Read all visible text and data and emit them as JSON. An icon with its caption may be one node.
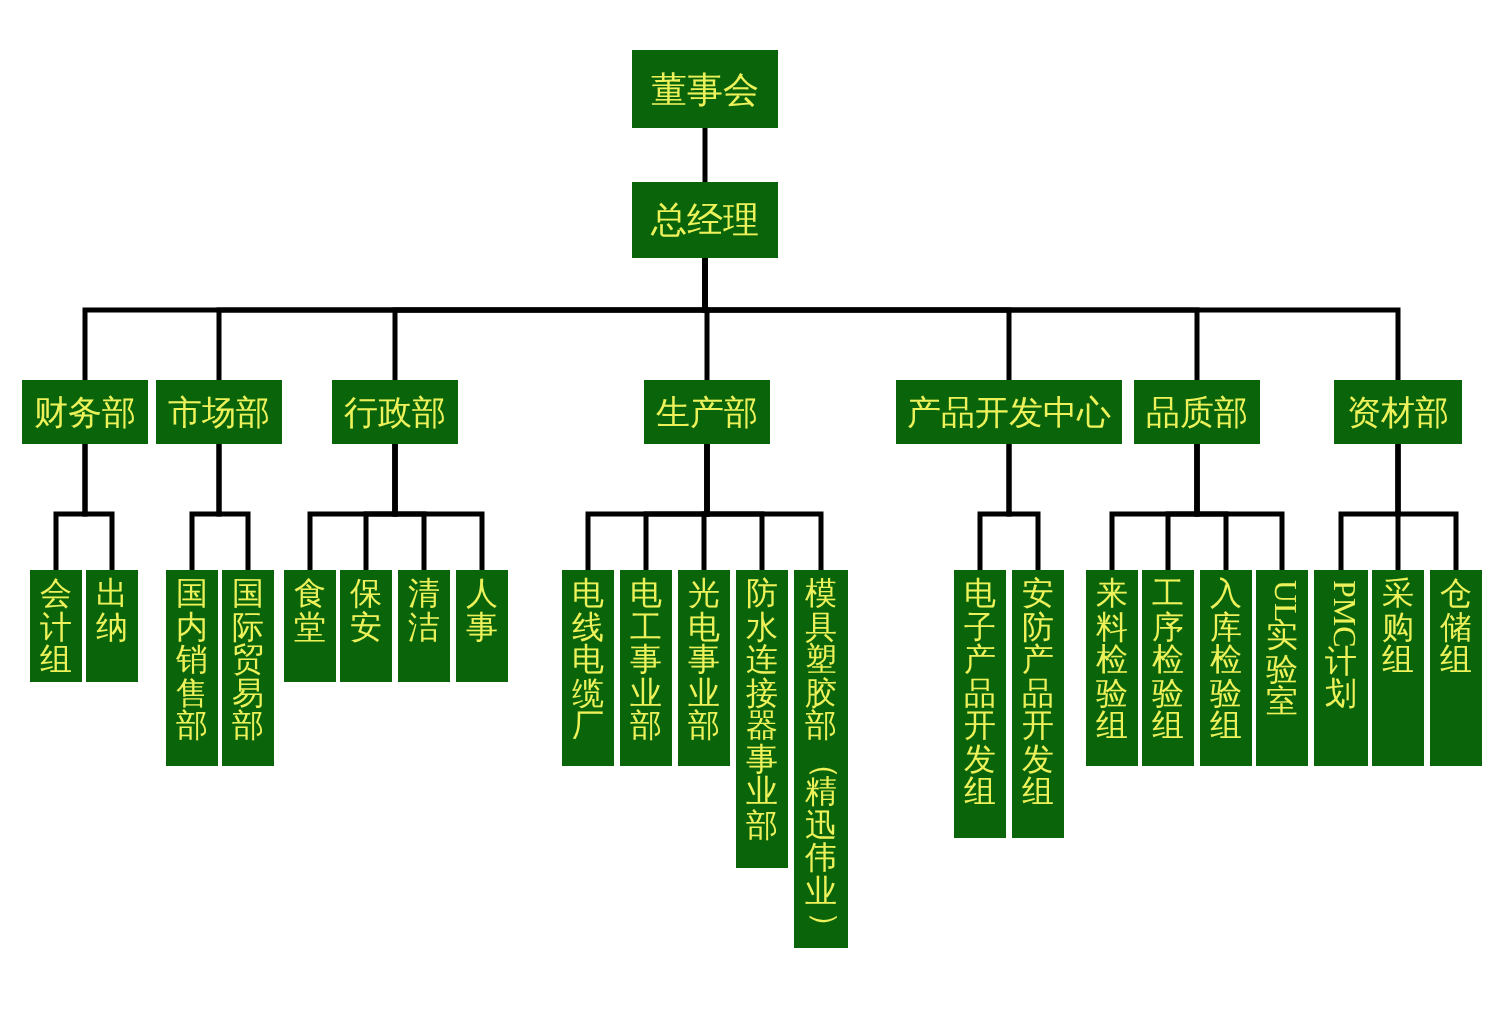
{
  "diagram": {
    "nodes": [
      {
        "text": [
          "董事会"
        ]
      },
      {
        "text": [
          "总经理"
        ]
      },
      {
        "text": [
          "财务部"
        ]
      },
      {
        "text": [
          "市场部"
        ]
      },
      {
        "text": [
          "行政部"
        ]
      },
      {
        "text": [
          "生产部"
        ]
      },
      {
        "text": [
          "产品开发中心"
        ]
      },
      {
        "text": [
          "品质部"
        ]
      },
      {
        "text": [
          "资材部"
        ]
      },
      {
        "text": [
          "会计组"
        ]
      },
      {
        "text": [
          "出纳"
        ]
      },
      {
        "text": [
          "国内销售部"
        ]
      },
      {
        "text": [
          "国际贸易部"
        ]
      },
      {
        "text": [
          "食堂"
        ]
      },
      {
        "text": [
          "保安"
        ]
      },
      {
        "text": [
          "清洁"
        ]
      },
      {
        "text": [
          "人事"
        ]
      },
      {
        "text": [
          "电线电缆厂"
        ]
      },
      {
        "text": [
          "电工事业部"
        ]
      },
      {
        "text": [
          "光电事业部"
        ]
      },
      {
        "text": [
          "防水连接器事业部"
        ]
      },
      {
        "text": [
          "模具塑胶部（精迅伟业）"
        ]
      },
      {
        "text": [
          "电子产品开发组"
        ]
      },
      {
        "text": [
          "安防产品开发组"
        ]
      },
      {
        "text": [
          "来料检验组"
        ]
      },
      {
        "text": [
          "工序检验组"
        ]
      },
      {
        "text": [
          "入库检验组"
        ]
      },
      {
        "text": [
          "UL实验室"
        ]
      },
      {
        "text": [
          "PMC计划"
        ]
      },
      {
        "text": [
          "采购组"
        ]
      },
      {
        "text": [
          "仓储组"
        ]
      }
    ],
    "edges": [
      {
        "from": 0,
        "to": 1,
        "arrow": "none"
      },
      {
        "from": 1,
        "to": 2,
        "arrow": "none"
      },
      {
        "from": 1,
        "to": 3,
        "arrow": "none"
      },
      {
        "from": 1,
        "to": 4,
        "arrow": "none"
      },
      {
        "from": 1,
        "to": 5,
        "arrow": "none"
      },
      {
        "from": 1,
        "to": 6,
        "arrow": "none"
      },
      {
        "from": 1,
        "to": 7,
        "arrow": "none"
      },
      {
        "from": 1,
        "to": 8,
        "arrow": "none"
      },
      {
        "from": 2,
        "to": 9,
        "arrow": "none"
      },
      {
        "from": 2,
        "to": 10,
        "arrow": "none"
      },
      {
        "from": 3,
        "to": 11,
        "arrow": "none"
      },
      {
        "from": 3,
        "to": 12,
        "arrow": "none"
      },
      {
        "from": 4,
        "to": 13,
        "arrow": "none"
      },
      {
        "from": 4,
        "to": 14,
        "arrow": "none"
      },
      {
        "from": 4,
        "to": 15,
        "arrow": "none"
      },
      {
        "from": 4,
        "to": 16,
        "arrow": "none"
      },
      {
        "from": 5,
        "to": 17,
        "arrow": "none"
      },
      {
        "from": 5,
        "to": 18,
        "arrow": "none"
      },
      {
        "from": 5,
        "to": 19,
        "arrow": "none"
      },
      {
        "from": 5,
        "to": 20,
        "arrow": "none"
      },
      {
        "from": 5,
        "to": 21,
        "arrow": "none"
      },
      {
        "from": 6,
        "to": 22,
        "arrow": "none"
      },
      {
        "from": 6,
        "to": 23,
        "arrow": "none"
      },
      {
        "from": 7,
        "to": 24,
        "arrow": "none"
      },
      {
        "from": 7,
        "to": 25,
        "arrow": "none"
      },
      {
        "from": 7,
        "to": 26,
        "arrow": "none"
      },
      {
        "from": 7,
        "to": 27,
        "arrow": "none"
      },
      {
        "from": 8,
        "to": 28,
        "arrow": "none"
      },
      {
        "from": 8,
        "to": 29,
        "arrow": "none"
      },
      {
        "from": 8,
        "to": 30,
        "arrow": "none"
      }
    ]
  }
}
